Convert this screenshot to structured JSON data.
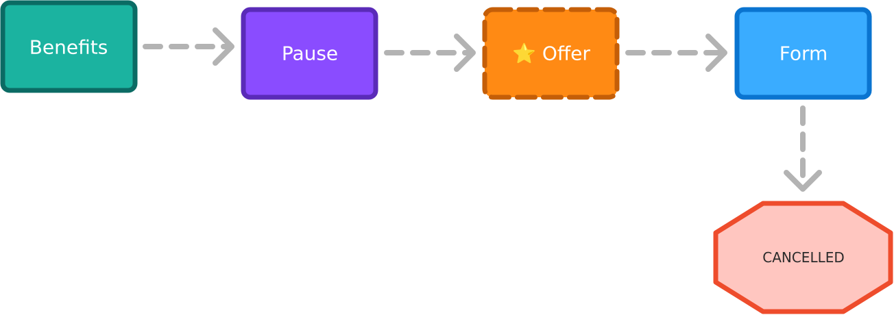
{
  "nodes": {
    "benefits": {
      "label": "Benefits",
      "fill": "#1bb3a0",
      "stroke": "#0b6b64"
    },
    "pause": {
      "label": "Pause",
      "fill": "#8a4cff",
      "stroke": "#5a2bb8"
    },
    "offer": {
      "label": "⭐ Offer",
      "fill": "#ff8a14",
      "stroke": "#c45e08",
      "dashed": true
    },
    "form": {
      "label": "Form",
      "fill": "#3aacff",
      "stroke": "#0a74d0"
    },
    "cancelled": {
      "label": "CANCELLED",
      "fill": "#ffc6c0",
      "stroke": "#ee4c2c",
      "shape": "octagon"
    }
  },
  "edges": [
    {
      "from": "benefits",
      "to": "pause",
      "style": "dashed"
    },
    {
      "from": "pause",
      "to": "offer",
      "style": "dashed"
    },
    {
      "from": "offer",
      "to": "form",
      "style": "dashed"
    },
    {
      "from": "form",
      "to": "cancelled",
      "style": "dashed"
    }
  ],
  "edge_color": "#b3b3b3"
}
